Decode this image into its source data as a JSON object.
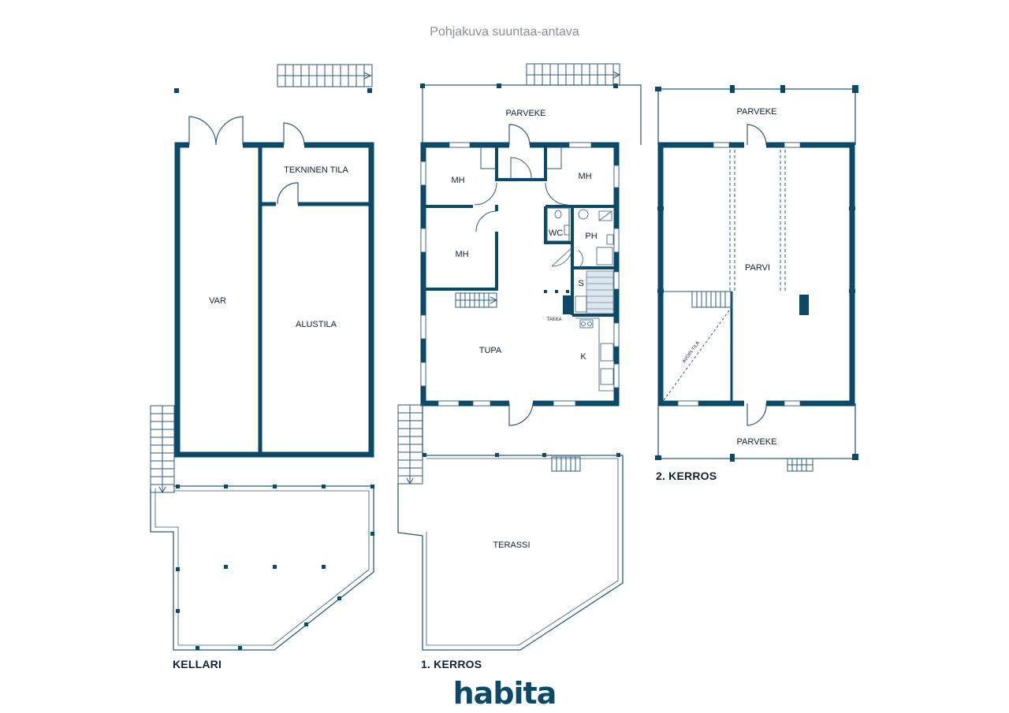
{
  "caption": "Pohjakuva suuntaa-antava",
  "floors": {
    "kellari": {
      "label": "KELLARI"
    },
    "first": {
      "label": "1. KERROS"
    },
    "second": {
      "label": "2. KERROS"
    }
  },
  "rooms": {
    "tekninen_tila": "TEKNINEN TILA",
    "var": "VAR",
    "alustila": "ALUSTILA",
    "parveke": "PARVEKE",
    "mh": "MH",
    "wc": "WC",
    "ph": "PH",
    "s": "S",
    "takka": "TAKKA",
    "tupa": "TUPA",
    "k": "K",
    "terassi": "TERASSI",
    "parvi": "PARVI",
    "avoin_tila": "AVOIN TILA"
  },
  "logo": {
    "text": "habita",
    "color": "#0c4868"
  },
  "colors": {
    "wall": "#0c4868",
    "thin": "#2c5a78",
    "text": "#0d2233"
  }
}
